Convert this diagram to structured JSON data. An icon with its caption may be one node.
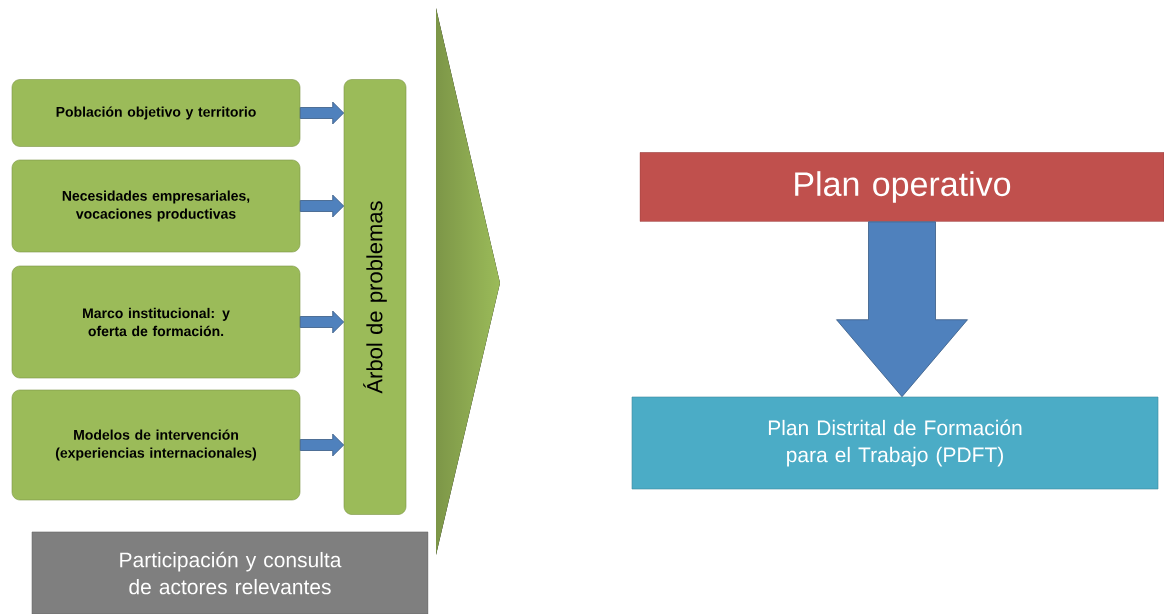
{
  "diagram": {
    "nodes": [
      {
        "text": [
          "Población objetivo y territorio"
        ]
      },
      {
        "text": [
          "Necesidades empresariales, vocaciones productivas"
        ]
      },
      {
        "text": [
          "Marco institucional: y oferta de formación."
        ]
      },
      {
        "text": [
          "Modelos de intervención (experiencias internacionales)"
        ]
      },
      {
        "text": [
          "Árbol de problemas"
        ]
      },
      {
        "text": [
          "Participación y consulta de actores relevantes"
        ]
      },
      {
        "text": [
          "Plan operativo"
        ]
      },
      {
        "text": [
          "Plan Distrital de Formación para el Trabajo (PDFT)"
        ]
      }
    ],
    "edges": [
      {
        "from": 0,
        "to": 4,
        "arrow": "to"
      },
      {
        "from": 1,
        "to": 4,
        "arrow": "to"
      },
      {
        "from": 2,
        "to": 4,
        "arrow": "to"
      },
      {
        "from": 3,
        "to": 4,
        "arrow": "to"
      },
      {
        "from": 6,
        "to": 7,
        "arrow": "to",
        "style": "thick"
      }
    ]
  }
}
